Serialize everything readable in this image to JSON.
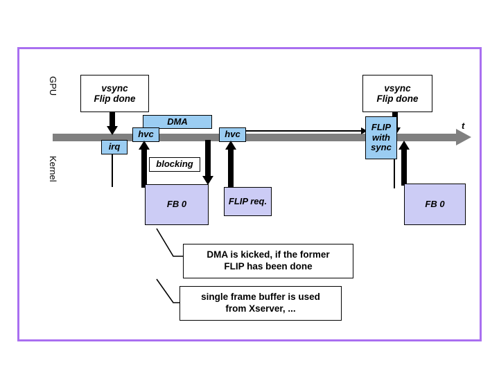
{
  "diagram": {
    "title_visible": false,
    "frame_color": "#a96ff0",
    "timeline_color": "#808080",
    "blue_fill": "#9bcdf2",
    "lavender_fill": "#ccccf5",
    "axis_label": "t"
  },
  "lanes": {
    "top_label": "GPU",
    "bottom_label": "Kernel"
  },
  "gpu_events": [
    {
      "line1": "vsync",
      "line2": "Flip done"
    },
    {
      "line1": "vsync",
      "line2": "Flip done"
    }
  ],
  "kernel_blocks": {
    "irq": "irq",
    "hvc_first": "hvc",
    "hvc_second": "hvc",
    "dma": "DMA",
    "flip_with_sync": "FLIP\nwith\nsync",
    "flip_with_sync_lines": [
      "FLIP",
      "with",
      "sync"
    ],
    "blocking": "blocking",
    "fb_left": "FB 0",
    "fb_right": "FB 0",
    "flip_req": "FLIP req."
  },
  "callouts": [
    {
      "line1": "DMA is kicked, if the former",
      "line2": "FLIP has been done"
    },
    {
      "line1": "single frame buffer is used",
      "line2": "from Xserver, ..."
    }
  ]
}
